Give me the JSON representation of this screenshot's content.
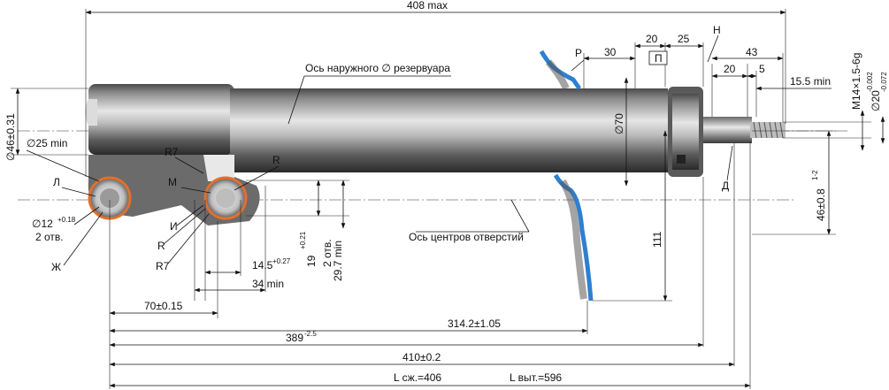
{
  "drawing": {
    "dimensions": {
      "overall_max": "408 max",
      "d20": "20",
      "d25": "25",
      "d30": "30",
      "h43": "43",
      "h20": "20",
      "h5": "5",
      "d15_5": "15.5 min",
      "thread": "M14×1.5-6g",
      "shaft_dia": "∅20",
      "shaft_tol_upper": "-0.002",
      "shaft_tol_lower": "-0.072",
      "body_dia": "∅70",
      "left_dia": "∅46±0.31",
      "d25min": "∅25 min",
      "hole_dia": "∅12",
      "hole_tol": "+0.18",
      "hole_count": "2 отв.",
      "h111": "111",
      "h46": "46±0.8",
      "h46_tol": "1-2",
      "h19": "19",
      "h19_tol": "+0.21",
      "h19_count": "2 отв.",
      "h29_7": "29.7 min",
      "w14_5": "14.5",
      "w14_5_tol": "+0.27",
      "w34": "34 min",
      "w70": "70±0.15",
      "w314": "314.2±1.05",
      "w389": "389",
      "w389_tol": "-2.5",
      "w410": "410±0.2",
      "l_compressed": "L сж.=406",
      "l_extended": "L выт.=596"
    },
    "annotations": {
      "reservoir_axis": "Ось наружного ∅ резервуара",
      "holes_axis": "Ось центров отверстий",
      "r7_top": "R7",
      "r_right": "R",
      "m": "M",
      "i": "И",
      "r_mid": "R",
      "r7_bottom": "R7",
      "l": "Л",
      "zh": "Ж",
      "p": "P",
      "pi": "П",
      "n": "Н",
      "d": "Д"
    }
  },
  "colors": {
    "body_dark": "#3a3a3a",
    "body_light": "#d9d9d9",
    "bracket_blue": "#2f7fd0",
    "hole_orange": "#e07030"
  }
}
